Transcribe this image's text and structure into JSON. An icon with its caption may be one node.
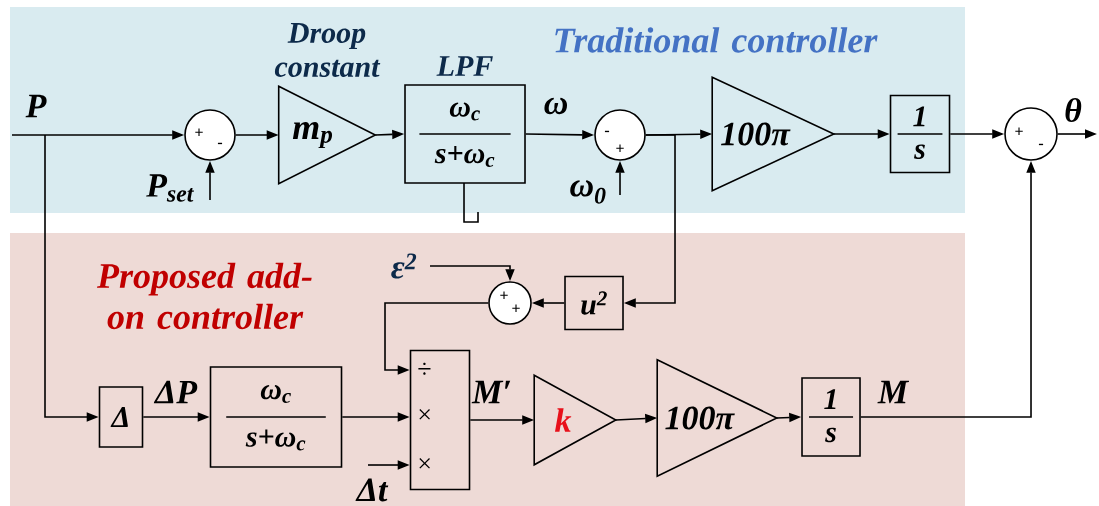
{
  "diagram": {
    "nodes": [
      {
        "text": [
          "Traditional controller"
        ]
      },
      {
        "text": [
          "Proposed add-on controller"
        ]
      },
      {
        "text": [
          "+",
          "-"
        ],
        "in": 0
      },
      {
        "text": [
          "m$_{p}$"
        ],
        "beside": [
          "Droop constant"
        ],
        "in": 0
      },
      {
        "text": [
          "ω$_{c}$",
          "s+ω$_{c}$"
        ],
        "beside": [
          "LPF"
        ],
        "in": 0
      },
      {
        "text": [
          "-",
          "+"
        ],
        "in": 0
      },
      {
        "text": [
          "100π"
        ],
        "in": 0
      },
      {
        "text": [
          "1",
          "s"
        ],
        "in": 0
      },
      {
        "text": [
          "+",
          "-"
        ]
      },
      {
        "text": [
          "u$^{2}$"
        ],
        "in": 1
      },
      {
        "text": [
          "+",
          "+"
        ],
        "in": 1
      },
      {
        "text": [
          "Δ"
        ],
        "in": 1
      },
      {
        "text": [
          "ω$_{c}$",
          "s+ω$_{c}$"
        ],
        "in": 1
      },
      {
        "text": [
          "÷",
          "×",
          "×"
        ],
        "in": 1
      },
      {
        "text": [
          "k"
        ],
        "in": 1
      },
      {
        "text": [
          "100π"
        ],
        "in": 1
      },
      {
        "text": [
          "1",
          "s"
        ],
        "in": 1
      }
    ],
    "edges": [
      {
        "from": null,
        "to": 2,
        "arrow": "to",
        "label": "P"
      },
      {
        "from": null,
        "to": 11,
        "arrow": "to"
      },
      {
        "from": null,
        "to": 2,
        "arrow": "to",
        "label": "P$_{set}$"
      },
      {
        "from": 2,
        "to": 3,
        "arrow": "to"
      },
      {
        "from": 3,
        "to": 4,
        "arrow": "to"
      },
      {
        "from": 4,
        "to": 5,
        "arrow": "to",
        "label": "ω"
      },
      {
        "from": null,
        "to": 5,
        "arrow": "to",
        "label": "ω$_{0}$"
      },
      {
        "from": 5,
        "to": 6,
        "arrow": "to"
      },
      {
        "from": 5,
        "to": 9,
        "arrow": "to"
      },
      {
        "from": 6,
        "to": 7,
        "arrow": "to"
      },
      {
        "from": 7,
        "to": 8,
        "arrow": "to"
      },
      {
        "from": 8,
        "to": null,
        "arrow": "to",
        "label": "θ"
      },
      {
        "from": 11,
        "to": 12,
        "arrow": "to",
        "label": "ΔP"
      },
      {
        "from": 12,
        "to": 13,
        "arrow": "to"
      },
      {
        "from": null,
        "to": 10,
        "arrow": "to",
        "label": "ε$^{2}$"
      },
      {
        "from": 9,
        "to": 10,
        "arrow": "to"
      },
      {
        "from": 10,
        "to": 13,
        "arrow": "to"
      },
      {
        "from": null,
        "to": 13,
        "arrow": "to",
        "label": "Δt"
      },
      {
        "from": 13,
        "to": 14,
        "arrow": "to",
        "label": "M′"
      },
      {
        "from": 14,
        "to": 15,
        "arrow": "to"
      },
      {
        "from": 15,
        "to": 16,
        "arrow": "to"
      },
      {
        "from": 16,
        "to": 8,
        "arrow": "to",
        "label": "M"
      }
    ]
  }
}
